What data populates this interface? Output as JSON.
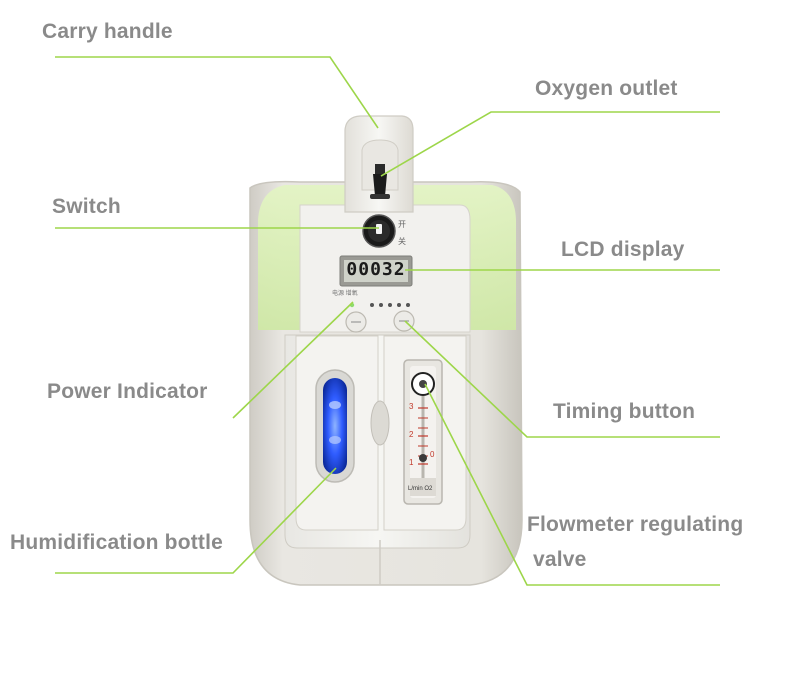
{
  "labels": {
    "carry_handle": "Carry handle",
    "oxygen_outlet": "Oxygen outlet",
    "switch": "Switch",
    "lcd_display": "LCD display",
    "power_indicator": "Power Indicator",
    "timing_button": "Timing button",
    "humidification_bottle": "Humidification bottle",
    "flowmeter_line1": "Flowmeter regulating",
    "flowmeter_line2": "valve"
  },
  "device": {
    "lcd_reading": "00032",
    "switch_on": "开",
    "switch_off": "关",
    "panel_small_text": "电源 增氧",
    "flow_ticks": [
      "3",
      "2",
      "1",
      "0"
    ],
    "flow_unit": "L/min O2"
  },
  "colors": {
    "leader_line": "#9dd64a",
    "label_text": "#8a8a8a",
    "body_green": "#d8efb4",
    "body_gray": "#e4e1db",
    "indicator_blue": "#3b6cff"
  }
}
